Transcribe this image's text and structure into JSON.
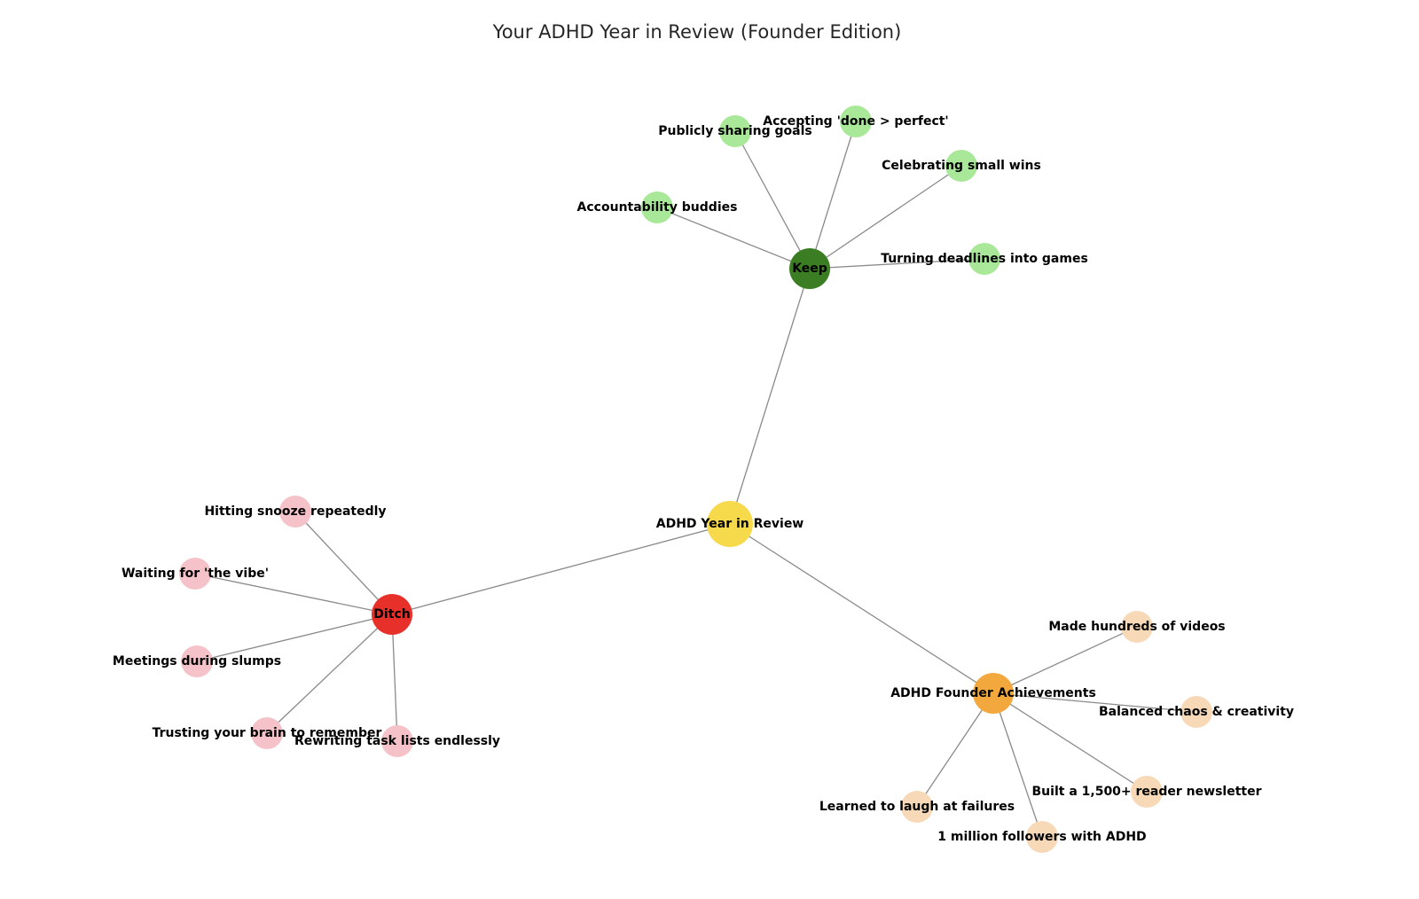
{
  "title": "Your ADHD Year in Review (Founder Edition)",
  "colors": {
    "root": "#f7d94c",
    "keep_hub": "#3a7d22",
    "keep_leaf": "#a8e898",
    "ditch_hub": "#e8302a",
    "ditch_leaf": "#f4c2c8",
    "achieve_hub": "#f2a83c",
    "achieve_leaf": "#f7d9b8",
    "edge": "#8a8a8a"
  },
  "root": {
    "label": "ADHD Year in Review"
  },
  "groups": [
    {
      "hub": "Keep",
      "hub_color": "keep_hub",
      "leaf_color": "keep_leaf",
      "leaves": [
        "Publicly sharing goals",
        "Accepting 'done > perfect'",
        "Celebrating small wins",
        "Accountability buddies",
        "Turning deadlines into games"
      ]
    },
    {
      "hub": "Ditch",
      "hub_color": "ditch_hub",
      "leaf_color": "ditch_leaf",
      "leaves": [
        "Hitting snooze repeatedly",
        "Waiting for 'the vibe'",
        "Meetings during slumps",
        "Trusting your brain to remember",
        "Rewriting task lists endlessly"
      ]
    },
    {
      "hub": "ADHD Founder Achievements",
      "hub_color": "achieve_hub",
      "leaf_color": "achieve_leaf",
      "leaves": [
        "Made hundreds of videos",
        "Balanced chaos & creativity",
        "Built a 1,500+ reader newsletter",
        "1 million followers with ADHD",
        "Learned to laugh at failures"
      ]
    }
  ]
}
